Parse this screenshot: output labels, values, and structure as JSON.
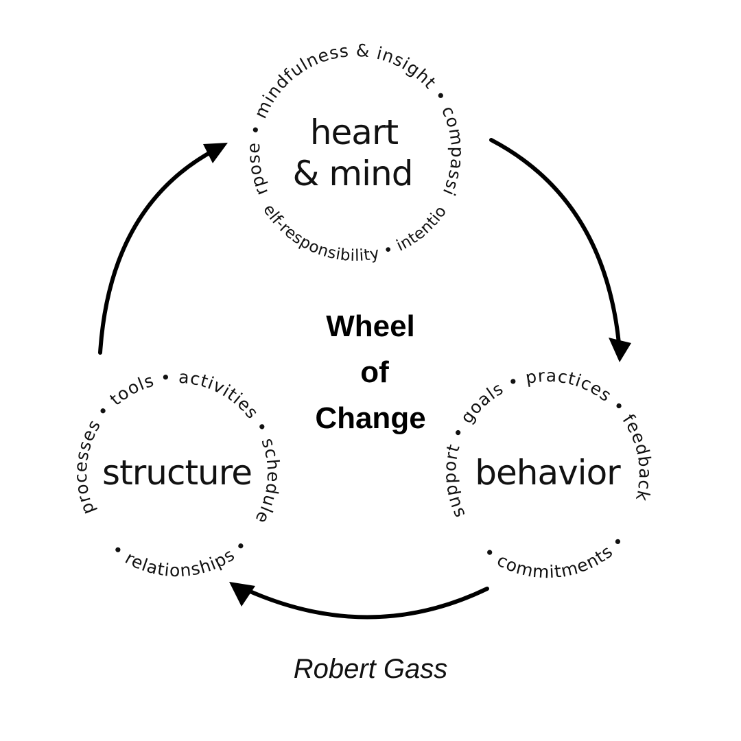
{
  "diagram": {
    "title_lines": [
      "Wheel",
      "of",
      "Change"
    ],
    "credit": "Robert Gass",
    "nodes": [
      {
        "id": "heart-mind",
        "label_lines": [
          "heart",
          "& mind"
        ],
        "ring_top": "purpose • mindfulness & insight • compassion",
        "ring_bottom": "• self-responsibility • intention •",
        "items": [
          "purpose",
          "mindfulness & insight",
          "compassion",
          "intention",
          "self-responsibility"
        ]
      },
      {
        "id": "behavior",
        "label_lines": [
          "behavior"
        ],
        "ring_top": "support • goals • practices • feedback",
        "ring_bottom": "• commitments •",
        "items": [
          "goals",
          "practices",
          "feedback",
          "commitments",
          "support"
        ]
      },
      {
        "id": "structure",
        "label_lines": [
          "structure"
        ],
        "ring_top": "processes • tools • activities • schedule",
        "ring_bottom": "• relationships •",
        "items": [
          "tools",
          "activities",
          "schedule",
          "relationships",
          "processes"
        ]
      }
    ],
    "cycle": [
      {
        "from": "heart-mind",
        "to": "behavior",
        "direction": "clockwise"
      },
      {
        "from": "behavior",
        "to": "structure",
        "direction": "clockwise"
      },
      {
        "from": "structure",
        "to": "heart-mind",
        "direction": "clockwise"
      }
    ]
  }
}
